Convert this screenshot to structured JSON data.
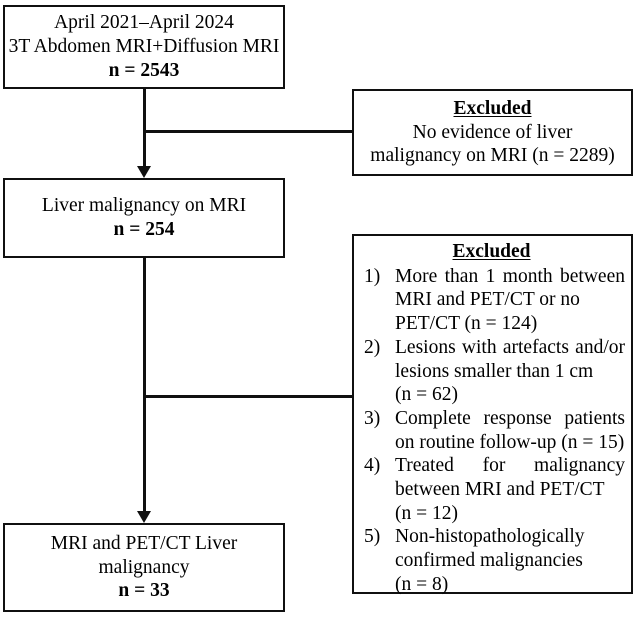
{
  "figure": {
    "type": "flowchart",
    "orientation": "vertical",
    "line_color": "#101010",
    "background_color": "#ffffff"
  },
  "nodes": {
    "enrolled": {
      "lines": [
        "April 2021–April 2024",
        "3T Abdomen MRI+Diffusion MRI"
      ],
      "count_label": "n = 2543"
    },
    "liver_malignancy": {
      "lines": [
        "Liver malignancy on MRI"
      ],
      "count_label": "n = 254"
    },
    "final_cohort": {
      "lines": [
        "MRI and PET/CT Liver",
        "malignancy"
      ],
      "count_label": "n = 33"
    }
  },
  "exclusions": {
    "first": {
      "header": "Excluded",
      "lines": [
        "No evidence of liver",
        "malignancy on MRI (n = 2289)"
      ]
    },
    "second": {
      "header": "Excluded",
      "items": [
        {
          "number": "1)",
          "body": "More than 1 month between MRI and PET/CT or no",
          "tail": "PET/CT (n = 124)"
        },
        {
          "number": "2)",
          "body": "Lesions with artefacts and/or lesions smaller than 1 cm",
          "tail": "(n = 62)"
        },
        {
          "number": "3)",
          "body": "Complete response patients on routine follow-up (n = 15)",
          "tail": ""
        },
        {
          "number": "4)",
          "body": "Treated for malignancy between MRI and PET/CT",
          "tail": "(n = 12)"
        },
        {
          "number": "5)",
          "body": "Non-histopathologically confirmed malignancies",
          "tail": "(n = 8)"
        }
      ]
    }
  },
  "chart_data": {
    "type": "flowchart",
    "title": "Study population selection flow diagram",
    "stages": [
      {
        "label": "3T Abdomen MRI+Diffusion MRI (April 2021–April 2024)",
        "n": 2543
      },
      {
        "label": "Liver malignancy on MRI",
        "n": 254
      },
      {
        "label": "MRI and PET/CT Liver malignancy",
        "n": 33
      }
    ],
    "exclusions": [
      {
        "after_stage": 1,
        "reason": "No evidence of liver malignancy on MRI",
        "n": 2289
      },
      {
        "after_stage": 2,
        "reason": "More than 1 month between MRI and PET/CT or no PET/CT",
        "n": 124
      },
      {
        "after_stage": 2,
        "reason": "Lesions with artefacts and/or lesions smaller than 1 cm",
        "n": 62
      },
      {
        "after_stage": 2,
        "reason": "Complete response patients on routine follow-up",
        "n": 15
      },
      {
        "after_stage": 2,
        "reason": "Treated for malignancy between MRI and PET/CT",
        "n": 12
      },
      {
        "after_stage": 2,
        "reason": "Non-histopathologically confirmed malignancies",
        "n": 8
      }
    ]
  }
}
